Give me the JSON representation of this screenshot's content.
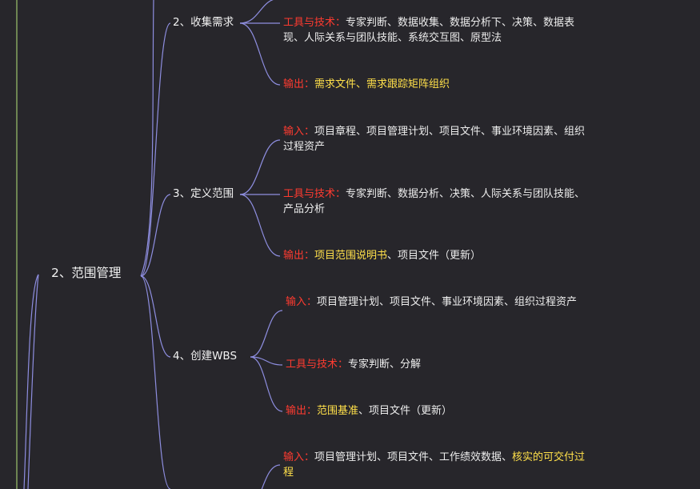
{
  "colors": {
    "background": "#27262b",
    "connector": "#8e8ee0",
    "left_rail": "#9cc46c",
    "label_red": "#ff3b30",
    "highlight_yellow": "#ffe04a",
    "text": "#ededed"
  },
  "mindmap": {
    "topic": "2、范围管理",
    "processes": [
      {
        "title": "2、收集需求",
        "items": [
          {
            "label": "工具与技术：",
            "parts": [
              {
                "text": "专家判断、数据收集、数据分析下、决策、数据表现、人际关系与团队技能、系统交互图、原型法",
                "hl": false
              }
            ]
          },
          {
            "label": "输出：",
            "parts": [
              {
                "text": "需求文件、需求跟踪矩阵组织",
                "hl": true
              }
            ]
          }
        ]
      },
      {
        "title": "3、定义范围",
        "items": [
          {
            "label": "输入：",
            "parts": [
              {
                "text": "项目章程、项目管理计划、项目文件、事业环境因素、组织过程资产",
                "hl": false
              }
            ]
          },
          {
            "label": "工具与技术：",
            "parts": [
              {
                "text": "专家判断、数据分析、决策、人际关系与团队技能、产品分析",
                "hl": false
              }
            ]
          },
          {
            "label": "输出：",
            "parts": [
              {
                "text": "项目范围说明书",
                "hl": true
              },
              {
                "text": "、项目文件（更新）",
                "hl": false
              }
            ]
          }
        ]
      },
      {
        "title": "4、创建WBS",
        "items": [
          {
            "label": "输入：",
            "parts": [
              {
                "text": "项目管理计划、项目文件、事业环境因素、组织过程资产",
                "hl": false
              }
            ]
          },
          {
            "label": "工具与技术：",
            "parts": [
              {
                "text": "专家判断、分解",
                "hl": false
              }
            ]
          },
          {
            "label": "输出：",
            "parts": [
              {
                "text": "范围基准",
                "hl": true
              },
              {
                "text": "、项目文件（更新）",
                "hl": false
              }
            ]
          }
        ]
      },
      {
        "title": "",
        "items": [
          {
            "label": "输入：",
            "parts": [
              {
                "text": "项目管理计划、项目文件、工作绩效数据、",
                "hl": false
              },
              {
                "text": "核实的可交付过程",
                "hl": true
              }
            ]
          }
        ]
      }
    ]
  }
}
